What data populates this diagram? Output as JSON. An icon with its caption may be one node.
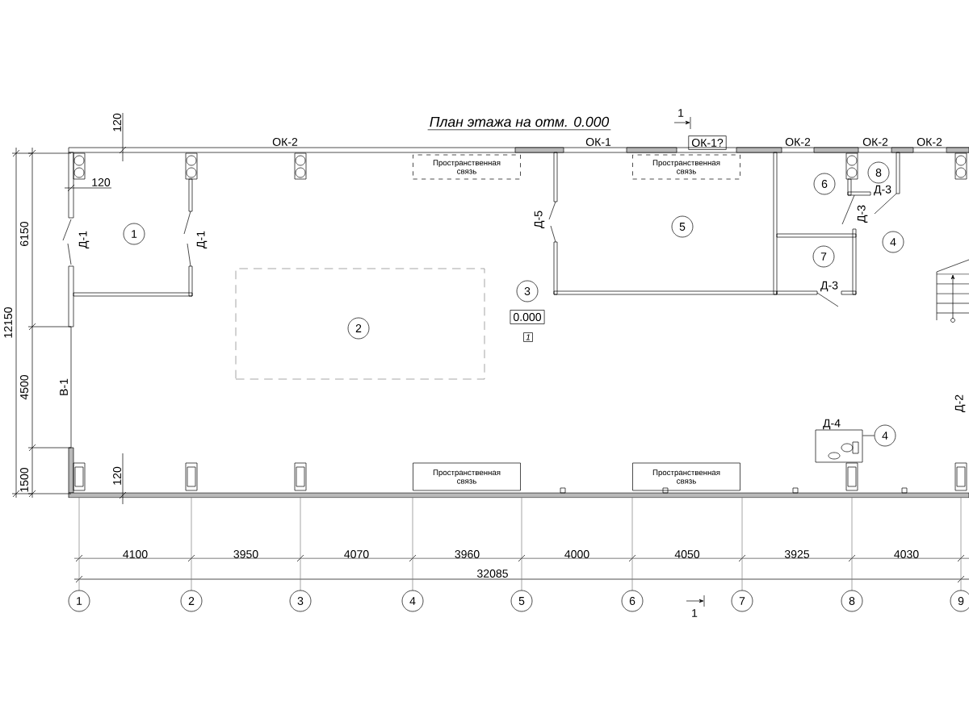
{
  "diagram": {
    "title": "План этажа на отм. 0.000",
    "nodes": [
      {
        "text": [
          "ОК-1?"
        ]
      },
      {
        "text": [
          "Пространственная связь"
        ]
      },
      {
        "text": [
          "Пространственная связь"
        ]
      },
      {
        "text": [
          "8"
        ]
      },
      {
        "text": [
          "6"
        ]
      },
      {
        "text": [
          "1"
        ]
      },
      {
        "text": [
          "5"
        ]
      },
      {
        "text": [
          "4"
        ]
      },
      {
        "text": [
          "7"
        ]
      },
      {
        "text": [],
        "shape": "box"
      },
      {
        "text": [
          "2"
        ],
        "in": 9
      },
      {
        "text": [
          "3"
        ]
      },
      {
        "text": [
          "0.000"
        ]
      },
      {
        "text": [
          "1"
        ]
      },
      {
        "text": [],
        "shape": "box"
      },
      {
        "text": [
          "4"
        ]
      },
      {
        "text": [
          "Пространственная связь"
        ]
      },
      {
        "text": [
          "Пространственная связь"
        ]
      },
      {
        "text": [
          "1"
        ]
      },
      {
        "text": [
          "2"
        ]
      },
      {
        "text": [
          "3"
        ]
      },
      {
        "text": [
          "4"
        ]
      },
      {
        "text": [
          "5"
        ]
      },
      {
        "text": [
          "6"
        ]
      },
      {
        "text": [
          "7"
        ]
      },
      {
        "text": [
          "8"
        ]
      },
      {
        "text": [
          "9"
        ]
      }
    ],
    "edges": [
      {
        "from": 15,
        "to": 14,
        "arrow": "none"
      }
    ],
    "labels": [
      "120",
      "1",
      "ОК-2",
      "ОК-1",
      "ОК-2",
      "ОК-2",
      "ОК-2",
      "6150",
      "120",
      "Д-3",
      "Д-1",
      "Д-1",
      "Д-5",
      "Д-3",
      "Д-3",
      "12150",
      "4500",
      "В-1",
      "Д-2",
      "Д-4",
      "1500",
      "120",
      "4100",
      "3950",
      "4070",
      "3960",
      "4000",
      "4050",
      "3925",
      "4030",
      "32085",
      "1"
    ]
  }
}
